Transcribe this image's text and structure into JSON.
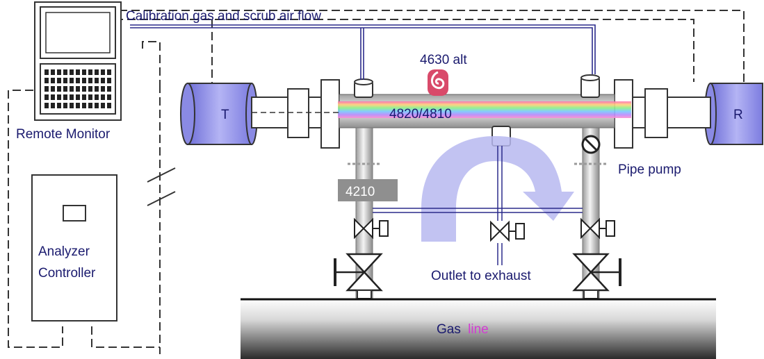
{
  "labels": {
    "flow_title": "Calibration gas and scrub air flow",
    "alt_model": "4630 alt",
    "main_model": "4820/4810",
    "transmitter": "T",
    "receiver": "R",
    "remote_monitor": "Remote Monitor",
    "analyzer_line1": "Analyzer",
    "analyzer_line2": "Controller",
    "model_4210": "4210",
    "pipe_pump": "Pipe pump",
    "outlet": "Outlet to exhaust",
    "gas_word": "Gas",
    "line_word": "line"
  },
  "colors": {
    "text_navy": "#1a1a6e",
    "unit_blue": "#8f8fe8",
    "arrow_blue": "#b7b9f0",
    "line_magenta": "#d23cd2",
    "alt_red": "#d94a6a"
  }
}
